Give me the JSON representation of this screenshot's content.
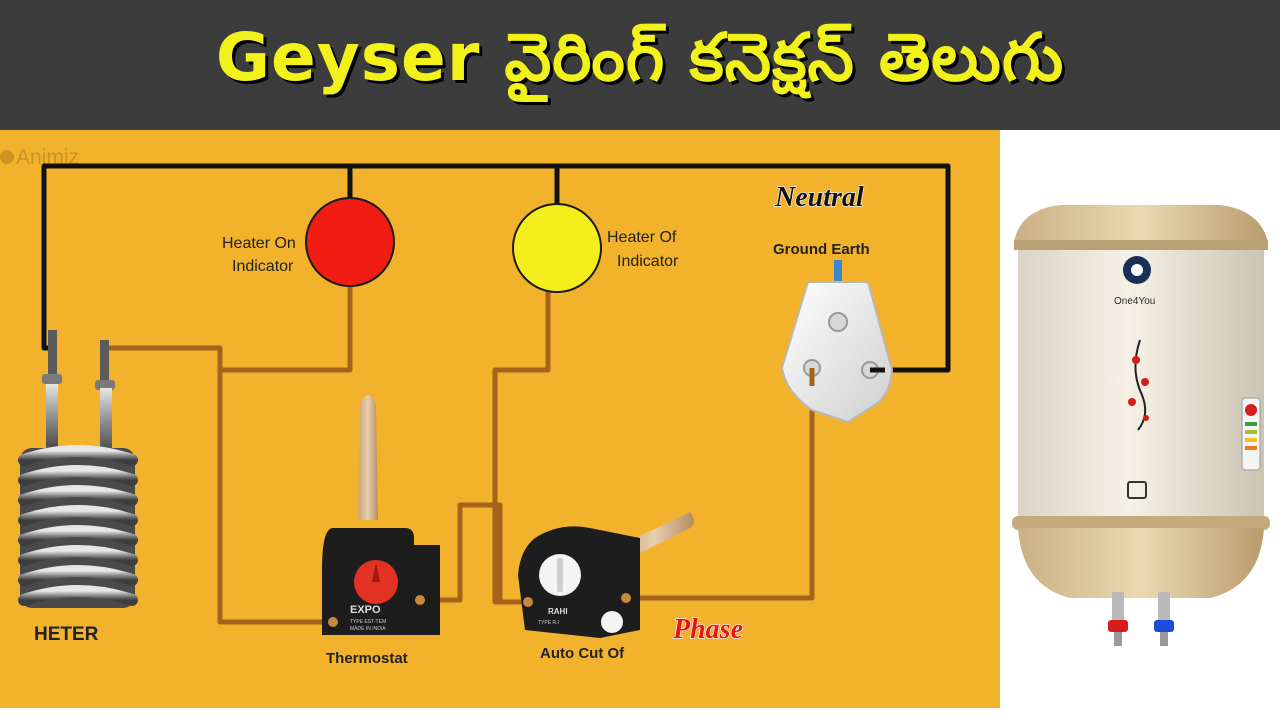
{
  "header": {
    "title": "Geyser వైరింగ్ కనెక్షన్ తెలుగు"
  },
  "watermark": "Animiz",
  "labels": {
    "neutral": "Neutral",
    "ground_earth": "Ground Earth",
    "heater_on": [
      "Heater On",
      "Indicator"
    ],
    "heater_off": [
      "Heater Of",
      "Indicator"
    ],
    "heater": "HETER",
    "thermostat": "Thermostat",
    "auto_cut": "Auto Cut Of",
    "phase": "Phase"
  },
  "thermostat_marks": {
    "brand": "EXPO",
    "line1": "TYPE EST-TEM",
    "line2": "MADE IN INDIA"
  },
  "autocut_marks": {
    "brand": "RAHI",
    "line1": "TYPE R.I"
  },
  "product": {
    "brand": "One4You"
  },
  "colors": {
    "header_bg": "#3c3c3c",
    "title": "#f2f21a",
    "board": "#f2b22c",
    "wire_neutral": "#111111",
    "wire_phase": "#a4621a",
    "indicator_on": "#f21d12",
    "indicator_off": "#f4ef1c",
    "phase_label": "#e8121a"
  }
}
